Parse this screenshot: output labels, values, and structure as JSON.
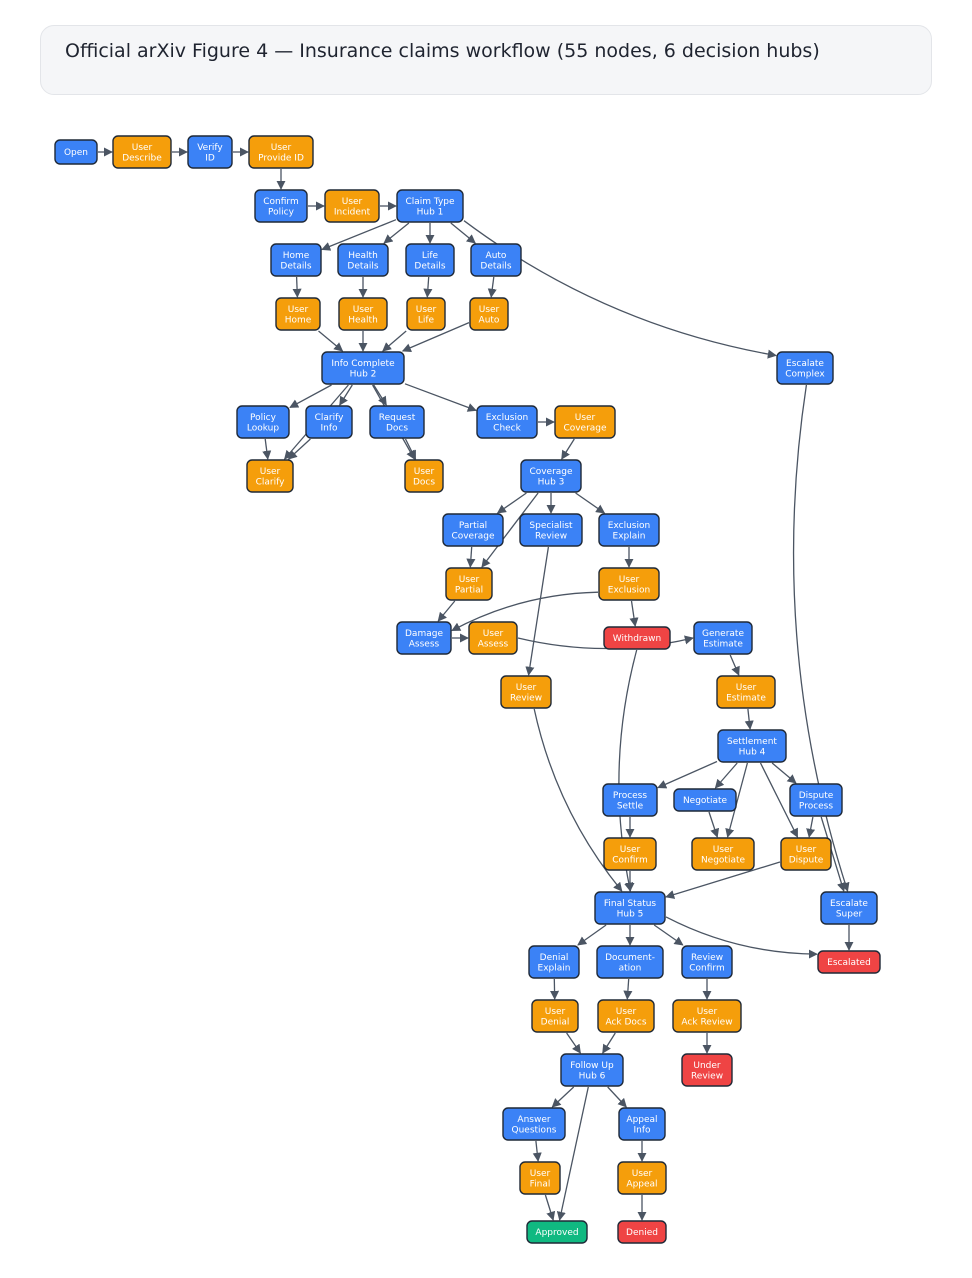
{
  "header": {
    "title": "Official arXiv Figure 4 — Insurance claims workflow (55 nodes, 6 decision hubs)"
  },
  "colors": {
    "system": "#3b82f6",
    "user": "#f59e0b",
    "terminal_negative": "#ef4444",
    "terminal_positive": "#10b981",
    "edge": "#4b5563",
    "node_border": "#1f2937"
  },
  "nodes": [
    {
      "id": "open",
      "lines": [
        "Open"
      ],
      "kind": "system"
    },
    {
      "id": "user-describe",
      "lines": [
        "User",
        "Describe"
      ],
      "kind": "user"
    },
    {
      "id": "verify-id",
      "lines": [
        "Verify",
        "ID"
      ],
      "kind": "system"
    },
    {
      "id": "user-provide-id",
      "lines": [
        "User",
        "Provide ID"
      ],
      "kind": "user"
    },
    {
      "id": "confirm-policy",
      "lines": [
        "Confirm",
        "Policy"
      ],
      "kind": "system"
    },
    {
      "id": "user-incident",
      "lines": [
        "User",
        "Incident"
      ],
      "kind": "user"
    },
    {
      "id": "claim-type-hub",
      "lines": [
        "Claim Type",
        "Hub 1"
      ],
      "kind": "system"
    },
    {
      "id": "home-details",
      "lines": [
        "Home",
        "Details"
      ],
      "kind": "system"
    },
    {
      "id": "health-details",
      "lines": [
        "Health",
        "Details"
      ],
      "kind": "system"
    },
    {
      "id": "life-details",
      "lines": [
        "Life",
        "Details"
      ],
      "kind": "system"
    },
    {
      "id": "auto-details",
      "lines": [
        "Auto",
        "Details"
      ],
      "kind": "system"
    },
    {
      "id": "user-home",
      "lines": [
        "User",
        "Home"
      ],
      "kind": "user"
    },
    {
      "id": "user-health",
      "lines": [
        "User",
        "Health"
      ],
      "kind": "user"
    },
    {
      "id": "user-life",
      "lines": [
        "User",
        "Life"
      ],
      "kind": "user"
    },
    {
      "id": "user-auto",
      "lines": [
        "User",
        "Auto"
      ],
      "kind": "user"
    },
    {
      "id": "escalate-complex",
      "lines": [
        "Escalate",
        "Complex"
      ],
      "kind": "system"
    },
    {
      "id": "info-complete-hub",
      "lines": [
        "Info Complete",
        "Hub 2"
      ],
      "kind": "system"
    },
    {
      "id": "policy-lookup",
      "lines": [
        "Policy",
        "Lookup"
      ],
      "kind": "system"
    },
    {
      "id": "clarify-info",
      "lines": [
        "Clarify",
        "Info"
      ],
      "kind": "system"
    },
    {
      "id": "request-docs",
      "lines": [
        "Request",
        "Docs"
      ],
      "kind": "system"
    },
    {
      "id": "exclusion-check",
      "lines": [
        "Exclusion",
        "Check"
      ],
      "kind": "system"
    },
    {
      "id": "user-coverage",
      "lines": [
        "User",
        "Coverage"
      ],
      "kind": "user"
    },
    {
      "id": "user-clarify",
      "lines": [
        "User",
        "Clarify"
      ],
      "kind": "user"
    },
    {
      "id": "user-docs",
      "lines": [
        "User",
        "Docs"
      ],
      "kind": "user"
    },
    {
      "id": "coverage-hub",
      "lines": [
        "Coverage",
        "Hub 3"
      ],
      "kind": "system"
    },
    {
      "id": "partial-coverage",
      "lines": [
        "Partial",
        "Coverage"
      ],
      "kind": "system"
    },
    {
      "id": "specialist-review",
      "lines": [
        "Specialist",
        "Review"
      ],
      "kind": "system"
    },
    {
      "id": "exclusion-explain",
      "lines": [
        "Exclusion",
        "Explain"
      ],
      "kind": "system"
    },
    {
      "id": "user-partial",
      "lines": [
        "User",
        "Partial"
      ],
      "kind": "user"
    },
    {
      "id": "user-exclusion",
      "lines": [
        "User",
        "Exclusion"
      ],
      "kind": "user"
    },
    {
      "id": "damage-assess",
      "lines": [
        "Damage",
        "Assess"
      ],
      "kind": "system"
    },
    {
      "id": "user-assess",
      "lines": [
        "User",
        "Assess"
      ],
      "kind": "user"
    },
    {
      "id": "withdrawn",
      "lines": [
        "Withdrawn"
      ],
      "kind": "terminal_negative"
    },
    {
      "id": "generate-estimate",
      "lines": [
        "Generate",
        "Estimate"
      ],
      "kind": "system"
    },
    {
      "id": "user-review",
      "lines": [
        "User",
        "Review"
      ],
      "kind": "user"
    },
    {
      "id": "user-estimate",
      "lines": [
        "User",
        "Estimate"
      ],
      "kind": "user"
    },
    {
      "id": "settlement-hub",
      "lines": [
        "Settlement",
        "Hub 4"
      ],
      "kind": "system"
    },
    {
      "id": "process-settle",
      "lines": [
        "Process",
        "Settle"
      ],
      "kind": "system"
    },
    {
      "id": "negotiate",
      "lines": [
        "Negotiate"
      ],
      "kind": "system"
    },
    {
      "id": "dispute-process",
      "lines": [
        "Dispute",
        "Process"
      ],
      "kind": "system"
    },
    {
      "id": "user-confirm",
      "lines": [
        "User",
        "Confirm"
      ],
      "kind": "user"
    },
    {
      "id": "user-negotiate",
      "lines": [
        "User",
        "Negotiate"
      ],
      "kind": "user"
    },
    {
      "id": "user-dispute",
      "lines": [
        "User",
        "Dispute"
      ],
      "kind": "user"
    },
    {
      "id": "final-status-hub",
      "lines": [
        "Final Status",
        "Hub 5"
      ],
      "kind": "system"
    },
    {
      "id": "escalate-super",
      "lines": [
        "Escalate",
        "Super"
      ],
      "kind": "system"
    },
    {
      "id": "denial-explain",
      "lines": [
        "Denial",
        "Explain"
      ],
      "kind": "system"
    },
    {
      "id": "documentation",
      "lines": [
        "Document-",
        "ation"
      ],
      "kind": "system"
    },
    {
      "id": "review-confirm",
      "lines": [
        "Review",
        "Confirm"
      ],
      "kind": "system"
    },
    {
      "id": "escalated",
      "lines": [
        "Escalated"
      ],
      "kind": "terminal_negative"
    },
    {
      "id": "user-denial",
      "lines": [
        "User",
        "Denial"
      ],
      "kind": "user"
    },
    {
      "id": "user-ack-docs",
      "lines": [
        "User",
        "Ack Docs"
      ],
      "kind": "user"
    },
    {
      "id": "user-ack-review",
      "lines": [
        "User",
        "Ack Review"
      ],
      "kind": "user"
    },
    {
      "id": "under-review",
      "lines": [
        "Under",
        "Review"
      ],
      "kind": "terminal_negative"
    },
    {
      "id": "follow-up-hub",
      "lines": [
        "Follow Up",
        "Hub 6"
      ],
      "kind": "system"
    },
    {
      "id": "answer-questions",
      "lines": [
        "Answer",
        "Questions"
      ],
      "kind": "system"
    },
    {
      "id": "appeal-info",
      "lines": [
        "Appeal",
        "Info"
      ],
      "kind": "system"
    },
    {
      "id": "user-final",
      "lines": [
        "User",
        "Final"
      ],
      "kind": "user"
    },
    {
      "id": "user-appeal",
      "lines": [
        "User",
        "Appeal"
      ],
      "kind": "user"
    },
    {
      "id": "approved",
      "lines": [
        "Approved"
      ],
      "kind": "terminal_positive"
    },
    {
      "id": "denied",
      "lines": [
        "Denied"
      ],
      "kind": "terminal_negative"
    }
  ],
  "edges": [
    [
      "open",
      "user-describe"
    ],
    [
      "user-describe",
      "verify-id"
    ],
    [
      "verify-id",
      "user-provide-id"
    ],
    [
      "user-provide-id",
      "confirm-policy"
    ],
    [
      "confirm-policy",
      "user-incident"
    ],
    [
      "user-incident",
      "claim-type-hub"
    ],
    [
      "claim-type-hub",
      "home-details"
    ],
    [
      "claim-type-hub",
      "health-details"
    ],
    [
      "claim-type-hub",
      "life-details"
    ],
    [
      "claim-type-hub",
      "auto-details"
    ],
    [
      "claim-type-hub",
      "escalate-complex"
    ],
    [
      "home-details",
      "user-home"
    ],
    [
      "health-details",
      "user-health"
    ],
    [
      "life-details",
      "user-life"
    ],
    [
      "auto-details",
      "user-auto"
    ],
    [
      "user-home",
      "info-complete-hub"
    ],
    [
      "user-health",
      "info-complete-hub"
    ],
    [
      "user-life",
      "info-complete-hub"
    ],
    [
      "user-auto",
      "info-complete-hub"
    ],
    [
      "info-complete-hub",
      "policy-lookup"
    ],
    [
      "info-complete-hub",
      "clarify-info"
    ],
    [
      "info-complete-hub",
      "request-docs"
    ],
    [
      "info-complete-hub",
      "exclusion-check"
    ],
    [
      "info-complete-hub",
      "user-clarify"
    ],
    [
      "info-complete-hub",
      "user-docs"
    ],
    [
      "policy-lookup",
      "user-clarify"
    ],
    [
      "clarify-info",
      "user-clarify"
    ],
    [
      "request-docs",
      "user-docs"
    ],
    [
      "exclusion-check",
      "user-coverage"
    ],
    [
      "user-coverage",
      "coverage-hub"
    ],
    [
      "coverage-hub",
      "partial-coverage"
    ],
    [
      "coverage-hub",
      "specialist-review"
    ],
    [
      "coverage-hub",
      "exclusion-explain"
    ],
    [
      "coverage-hub",
      "user-partial"
    ],
    [
      "partial-coverage",
      "user-partial"
    ],
    [
      "specialist-review",
      "user-review"
    ],
    [
      "exclusion-explain",
      "user-exclusion"
    ],
    [
      "user-partial",
      "damage-assess"
    ],
    [
      "user-exclusion",
      "withdrawn"
    ],
    [
      "user-exclusion",
      "damage-assess"
    ],
    [
      "damage-assess",
      "user-assess"
    ],
    [
      "user-assess",
      "generate-estimate"
    ],
    [
      "generate-estimate",
      "user-estimate"
    ],
    [
      "user-estimate",
      "settlement-hub"
    ],
    [
      "settlement-hub",
      "process-settle"
    ],
    [
      "settlement-hub",
      "negotiate"
    ],
    [
      "settlement-hub",
      "dispute-process"
    ],
    [
      "settlement-hub",
      "user-negotiate"
    ],
    [
      "settlement-hub",
      "user-dispute"
    ],
    [
      "process-settle",
      "user-confirm"
    ],
    [
      "negotiate",
      "user-negotiate"
    ],
    [
      "dispute-process",
      "user-dispute"
    ],
    [
      "dispute-process",
      "escalate-super"
    ],
    [
      "user-review",
      "final-status-hub"
    ],
    [
      "withdrawn",
      "final-status-hub"
    ],
    [
      "user-confirm",
      "final-status-hub"
    ],
    [
      "user-dispute",
      "final-status-hub"
    ],
    [
      "escalate-complex",
      "escalate-super"
    ],
    [
      "escalate-super",
      "escalated"
    ],
    [
      "final-status-hub",
      "denial-explain"
    ],
    [
      "final-status-hub",
      "documentation"
    ],
    [
      "final-status-hub",
      "review-confirm"
    ],
    [
      "final-status-hub",
      "escalated"
    ],
    [
      "denial-explain",
      "user-denial"
    ],
    [
      "documentation",
      "user-ack-docs"
    ],
    [
      "review-confirm",
      "user-ack-review"
    ],
    [
      "user-ack-review",
      "under-review"
    ],
    [
      "user-denial",
      "follow-up-hub"
    ],
    [
      "user-ack-docs",
      "follow-up-hub"
    ],
    [
      "follow-up-hub",
      "answer-questions"
    ],
    [
      "follow-up-hub",
      "appeal-info"
    ],
    [
      "follow-up-hub",
      "approved"
    ],
    [
      "answer-questions",
      "user-final"
    ],
    [
      "appeal-info",
      "user-appeal"
    ],
    [
      "user-final",
      "approved"
    ],
    [
      "user-appeal",
      "denied"
    ]
  ]
}
